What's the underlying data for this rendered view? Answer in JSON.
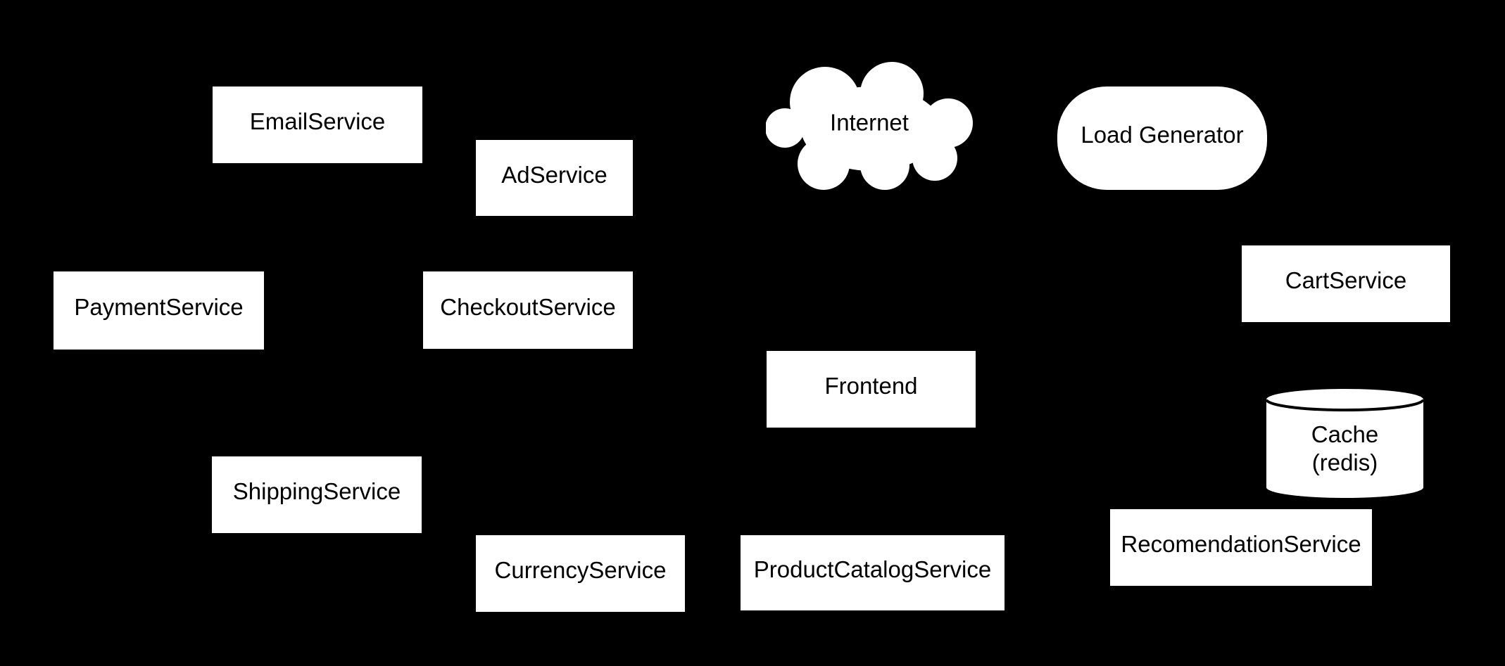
{
  "diagram": {
    "description": "Microservices architecture diagram, white nodes on black background, no visible edges",
    "background_color": "#000000",
    "node_fill_color": "#ffffff",
    "node_text_color": "#000000"
  },
  "nodes": [
    {
      "id": "email-service",
      "label": "EmailService",
      "shape": "box"
    },
    {
      "id": "ad-service",
      "label": "AdService",
      "shape": "box"
    },
    {
      "id": "internet",
      "label": "Internet",
      "shape": "cloud"
    },
    {
      "id": "load-generator",
      "label": "Load Generator",
      "shape": "stadium"
    },
    {
      "id": "payment-service",
      "label": "PaymentService",
      "shape": "box"
    },
    {
      "id": "checkout-service",
      "label": "CheckoutService",
      "shape": "box"
    },
    {
      "id": "cart-service",
      "label": "CartService",
      "shape": "box"
    },
    {
      "id": "frontend",
      "label": "Frontend",
      "shape": "box"
    },
    {
      "id": "cache-redis",
      "label": "Cache",
      "label_line2": "(redis)",
      "shape": "cylinder"
    },
    {
      "id": "shipping-service",
      "label": "ShippingService",
      "shape": "box"
    },
    {
      "id": "currency-service",
      "label": "CurrencyService",
      "shape": "box"
    },
    {
      "id": "product-catalog-service",
      "label": "ProductCatalogService",
      "shape": "box"
    },
    {
      "id": "recomendation-service",
      "label": "RecomendationService",
      "shape": "box"
    }
  ]
}
